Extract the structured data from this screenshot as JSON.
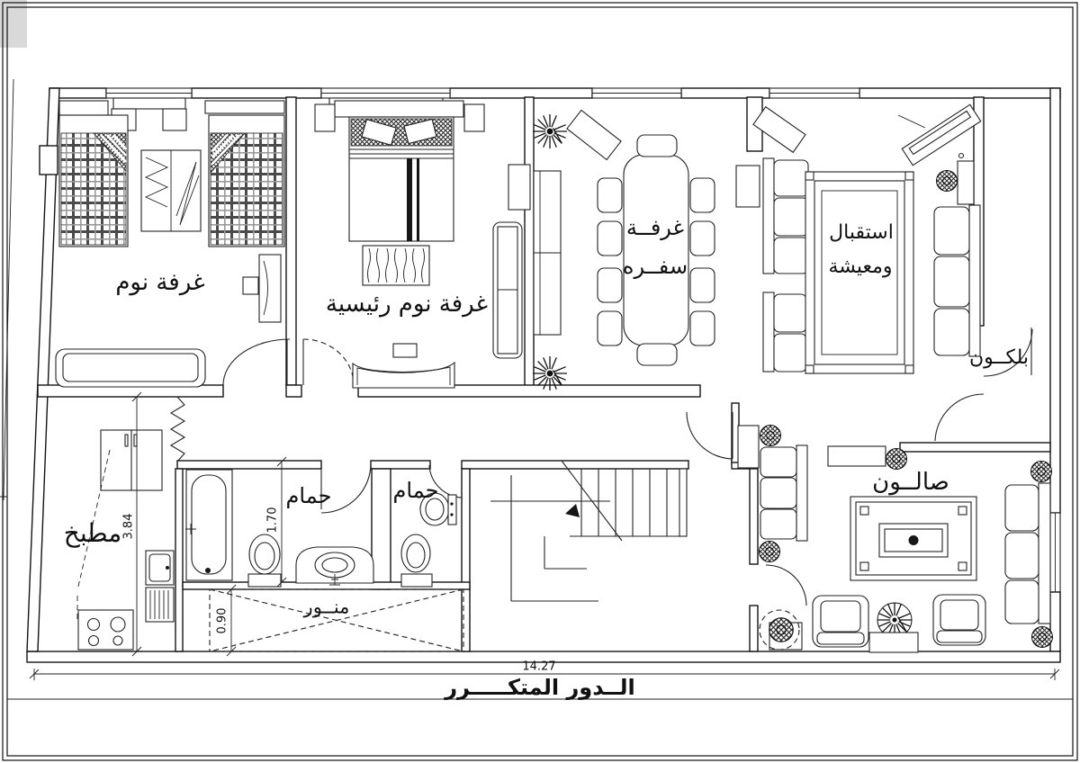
{
  "floor_plan": {
    "title": "الــدور المتكـــــرر",
    "rooms": {
      "bedroom": "غرفة نوم",
      "master_bedroom": "غرفة نوم رئيسية",
      "dining_line1": "غرفــة",
      "dining_line2": "سفــره",
      "reception_line1": "استقبال",
      "reception_line2": "ومعيشة",
      "balcony": "بلكــون",
      "kitchen": "مطبخ",
      "bathroom_1": "حمام",
      "bathroom_2": "حمام",
      "lightwell": "منــور",
      "salon": "صالــون"
    },
    "dimensions": {
      "overall_width_m": "14.27",
      "kitchen_depth_m": "3.84",
      "bathroom_depth_m": "1.70",
      "lightwell_width_m": "0.90"
    },
    "colors": {
      "line": "#1a1a1a",
      "background": "#ffffff"
    }
  }
}
